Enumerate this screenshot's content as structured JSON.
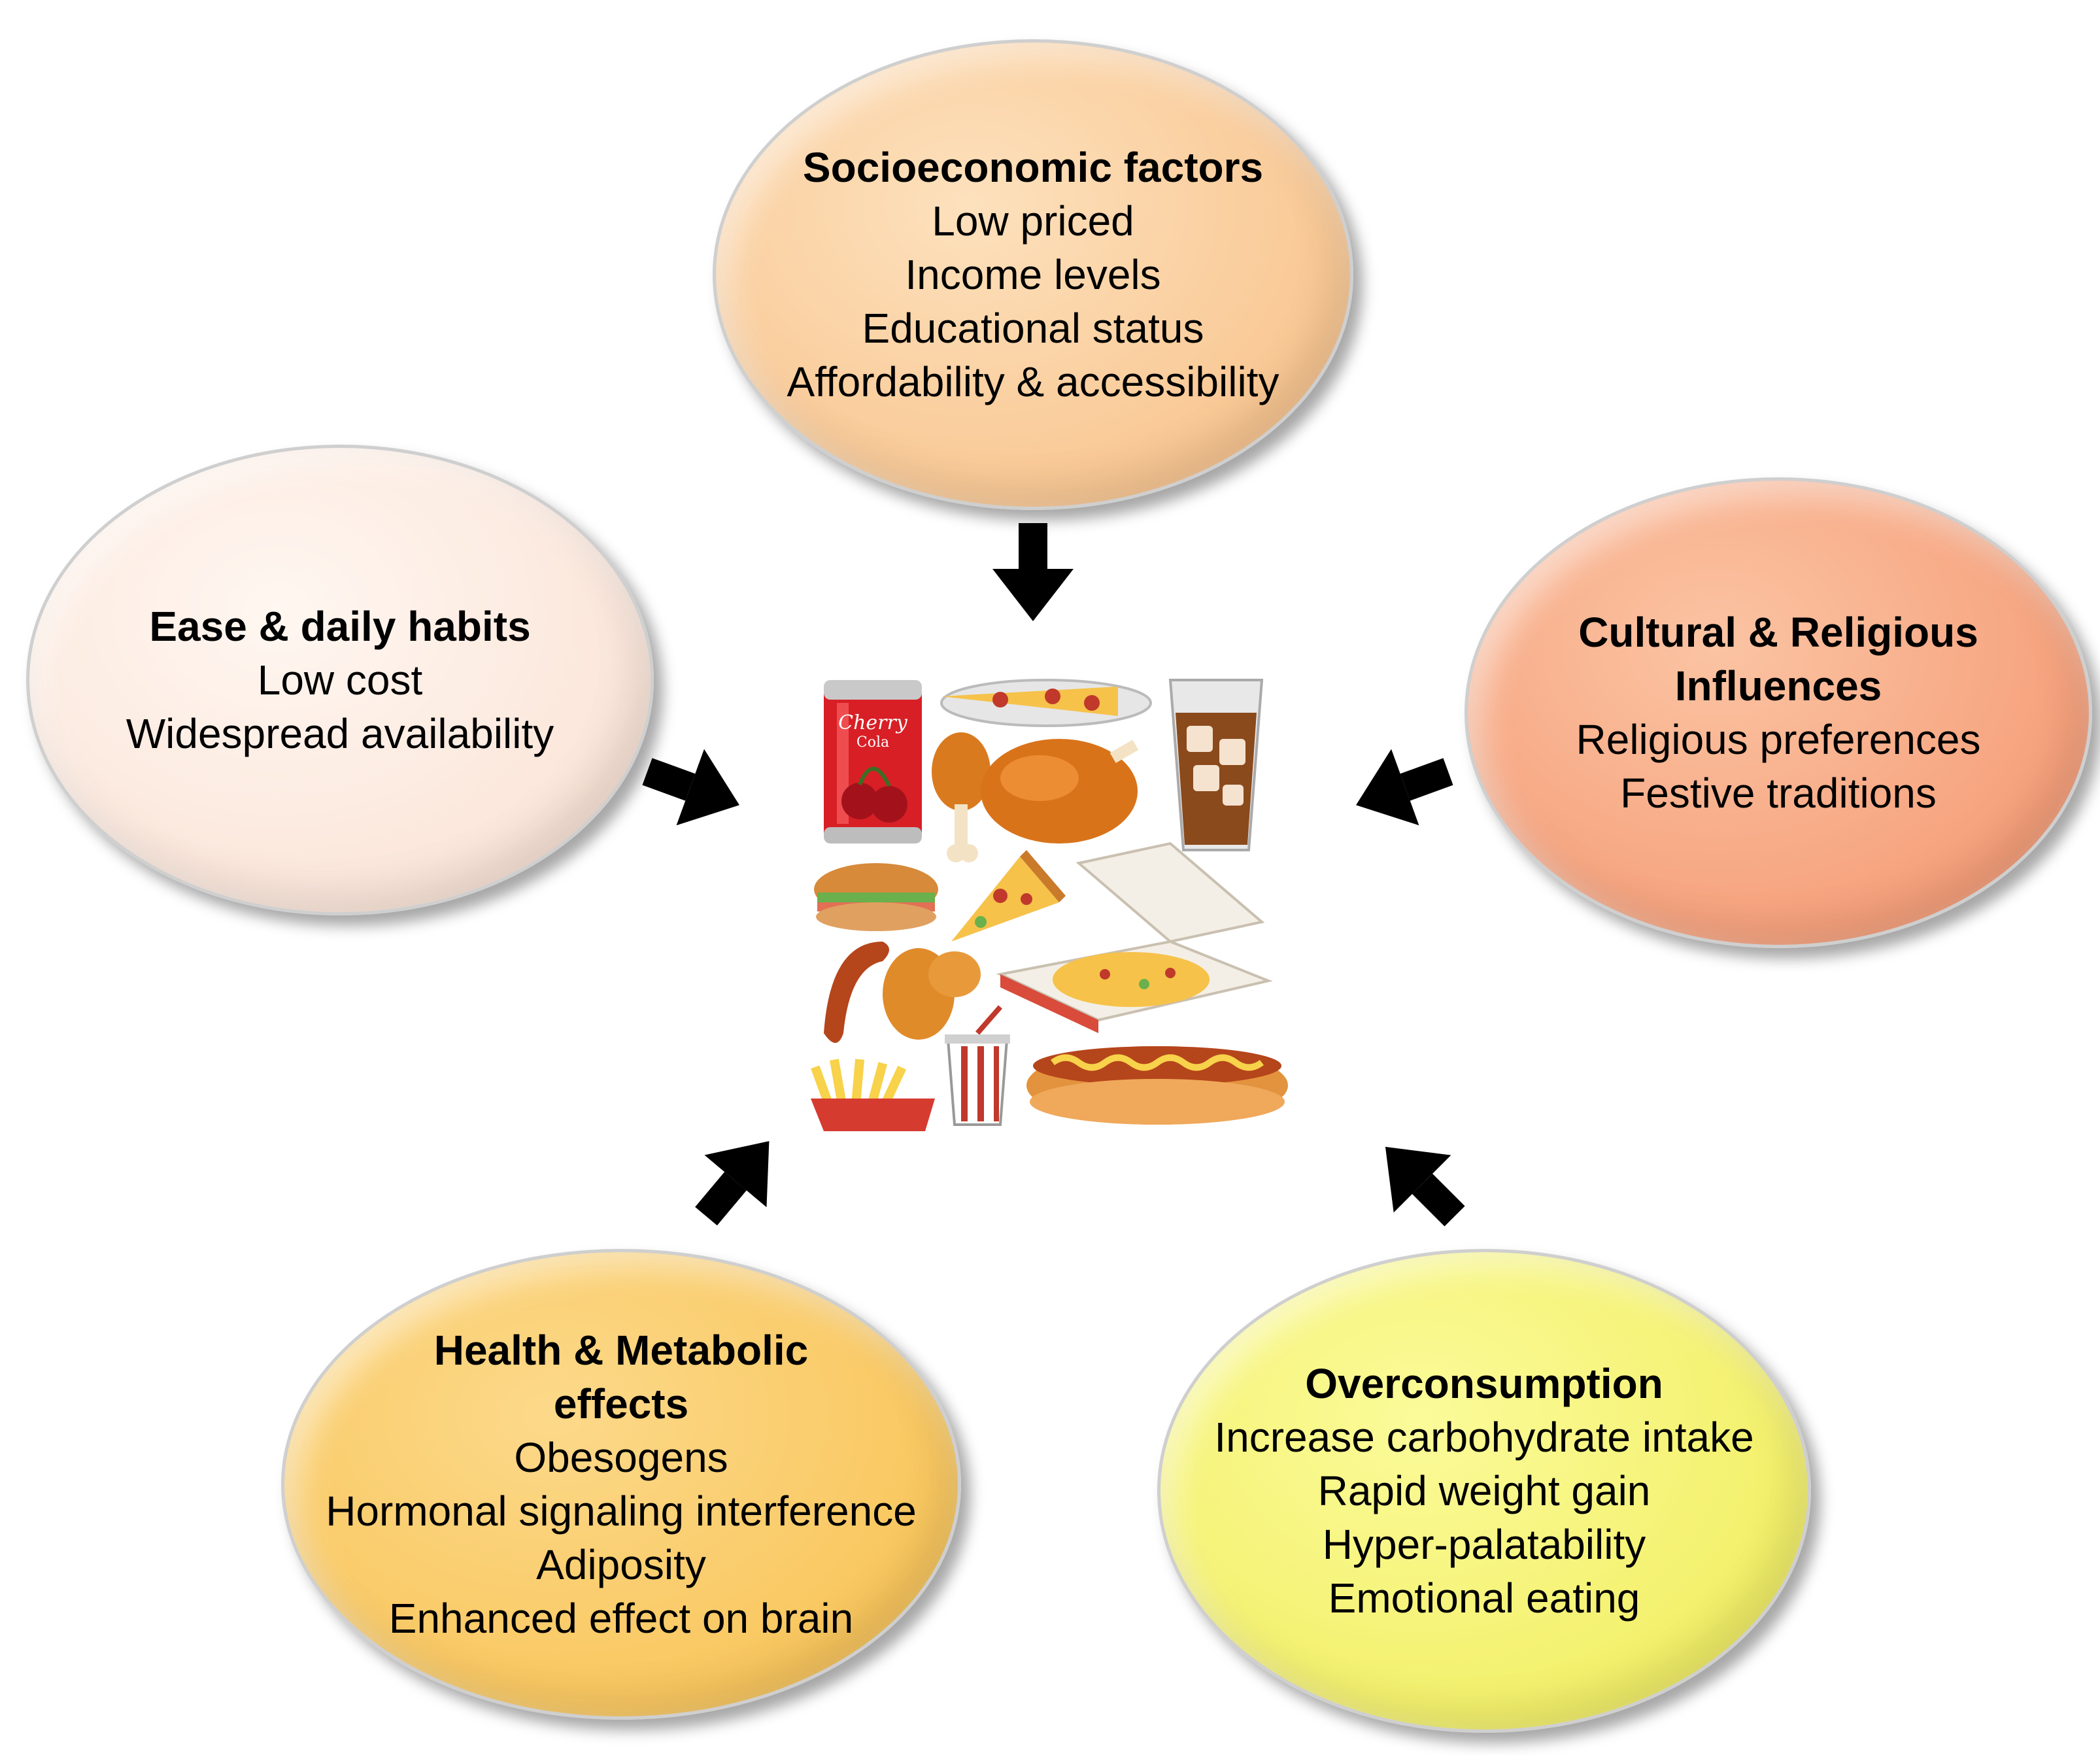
{
  "nodes": {
    "socioeconomic": {
      "title": "Socioeconomic factors",
      "line1": "Low priced",
      "line2": "Income levels",
      "line3": "Educational status",
      "line4": "Affordability & accessibility",
      "fill": "#f9c894"
    },
    "ease": {
      "title": "Ease & daily habits",
      "line1": "Low cost",
      "line2": "Widespread availability",
      "fill": "#fbe6da"
    },
    "cultural": {
      "title_line1": "Cultural & Religious",
      "title_line2": "Influences",
      "line1": "Religious preferences",
      "line2": "Festive traditions",
      "fill": "#f6a17c"
    },
    "health": {
      "title_line1": "Health & Metabolic",
      "title_line2": "effects",
      "line1": "Obesogens",
      "line2": "Hormonal signaling interference",
      "line3": "Adiposity",
      "line4": "Enhanced effect on brain",
      "fill": "#f9c75f"
    },
    "overconsumption": {
      "title": "Overconsumption",
      "line1": "Increase carbohydrate intake",
      "line2": "Rapid weight gain",
      "line3": "Hyper-palatability",
      "line4": "Emotional eating",
      "fill": "#f3f06a"
    }
  },
  "center_image": {
    "icon": "junk-food-illustration",
    "can_label_line1": "Cherry",
    "can_label_line2": "Cola"
  },
  "arrow_color": "#000000"
}
